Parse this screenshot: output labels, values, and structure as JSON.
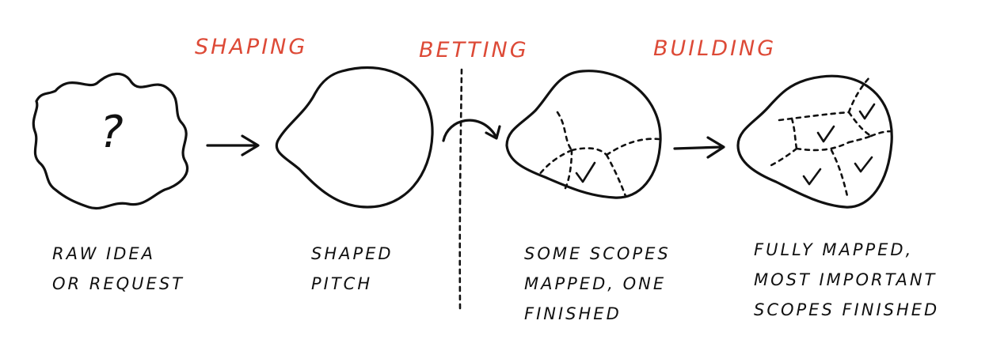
{
  "phases": {
    "shaping": "SHAPING",
    "betting": "BETTING",
    "building": "BUILDING"
  },
  "stages": [
    {
      "icon": "question-mark",
      "symbol": "?",
      "lines": [
        "RAW IDEA",
        "OR REQUEST"
      ]
    },
    {
      "lines": [
        "SHAPED",
        "PITCH"
      ]
    },
    {
      "lines": [
        "SOME SCOPES",
        "MAPPED, ONE",
        "FINISHED"
      ]
    },
    {
      "lines": [
        "FULLY MAPPED,",
        "MOST IMPORTANT",
        "SCOPES FINISHED"
      ]
    }
  ],
  "colors": {
    "accent": "#dd4a37",
    "ink": "#111111"
  }
}
